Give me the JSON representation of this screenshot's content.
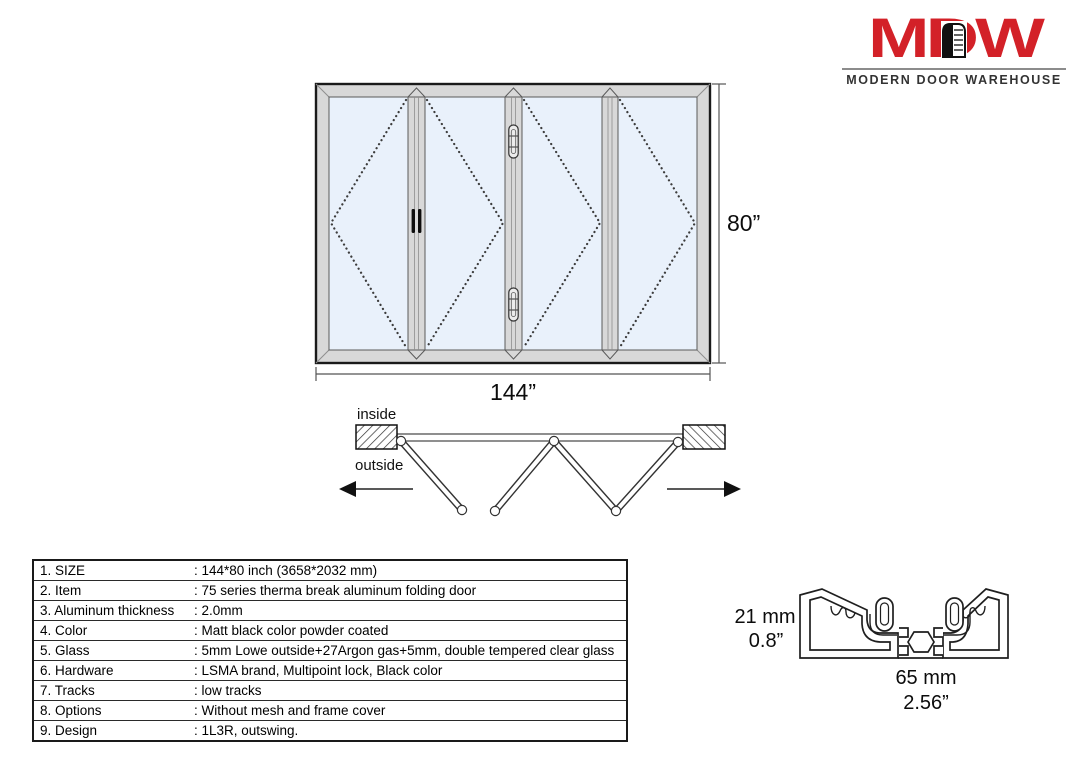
{
  "logo": {
    "brand": "MDW",
    "tagline": "MODERN DOOR WAREHOUSE",
    "brand_color": "#d32128",
    "tagline_color": "#333333"
  },
  "elevation": {
    "width_label": "144”",
    "height_label": "80”",
    "panel_count": 4,
    "glass_color": "#e9f1fb",
    "frame_color": "#d8d8d8"
  },
  "fold_diagram": {
    "inside_label": "inside",
    "outside_label": "outside"
  },
  "spec_table": {
    "rows": [
      {
        "label": "1. SIZE",
        "value": ": 144*80 inch (3658*2032 mm)"
      },
      {
        "label": "2. Item",
        "value": ": 75 series therma break aluminum folding door"
      },
      {
        "label": "3. Aluminum thickness",
        "value": ": 2.0mm"
      },
      {
        "label": "4. Color",
        "value": ": Matt black color powder coated"
      },
      {
        "label": "5. Glass",
        "value": ": 5mm Lowe outside+27Argon gas+5mm, double tempered clear glass"
      },
      {
        "label": "6. Hardware",
        "value": ": LSMA brand, Multipoint lock, Black color"
      },
      {
        "label": "7. Tracks",
        "value": ": low tracks"
      },
      {
        "label": "8. Options",
        "value": ": Without mesh and frame cover"
      },
      {
        "label": "9. Design",
        "value": ": 1L3R, outswing."
      }
    ]
  },
  "profile": {
    "height_mm": "21 mm",
    "height_in": "0.8”",
    "width_mm": "65 mm",
    "width_in": "2.56”"
  }
}
